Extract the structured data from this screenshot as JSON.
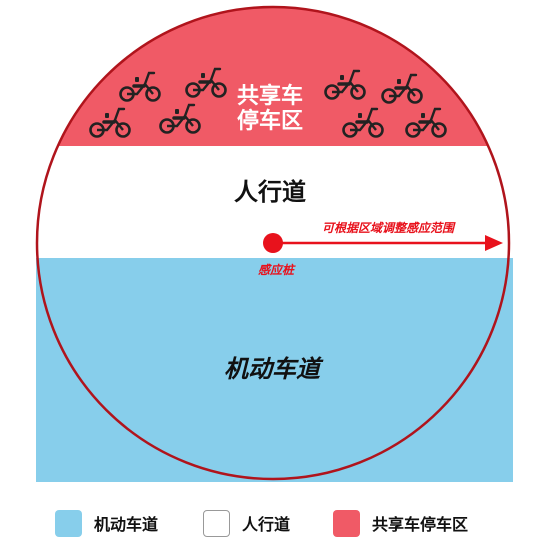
{
  "zones": {
    "shared_parking_label_line1": "共享车",
    "shared_parking_label_line2": "停车区",
    "sidewalk_label": "人行道",
    "motor_lane_label": "机动车道"
  },
  "sensor": {
    "label": "感应桩",
    "range_note": "可根据区域调整感应范围"
  },
  "legend": [
    {
      "label": "机动车道",
      "color": "#87ceeb",
      "icon": "motor-lane-swatch"
    },
    {
      "label": "人行道",
      "color": "#ffffff",
      "icon": "sidewalk-swatch"
    },
    {
      "label": "共享车停车区",
      "color": "#f05a66",
      "icon": "shared-parking-swatch"
    }
  ],
  "colors": {
    "motor_lane": "#87ceeb",
    "sidewalk": "#ffffff",
    "shared_parking": "#f05a66",
    "accent_red": "#e8121c",
    "circle_stroke": "#b0141c"
  },
  "icons": {
    "scooter": "scooter-icon",
    "sensor": "sensor-dot-icon",
    "arrow": "range-arrow-icon"
  }
}
